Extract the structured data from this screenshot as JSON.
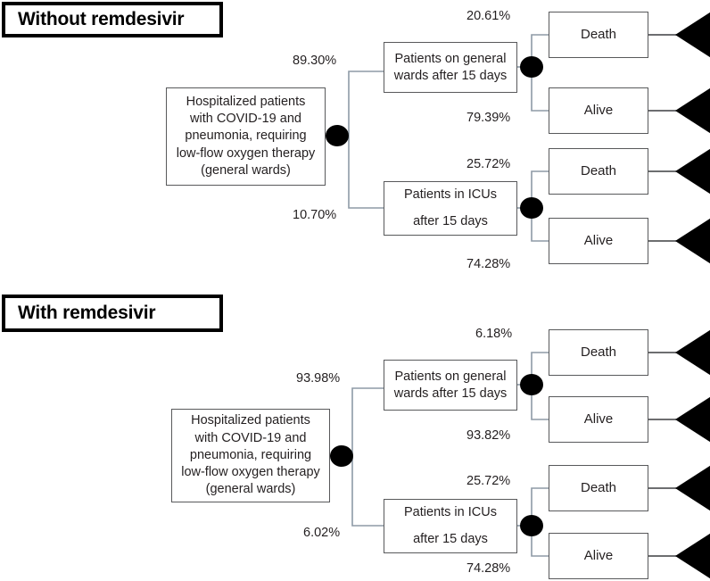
{
  "diagram": {
    "type": "decision-tree",
    "sections": [
      {
        "id": "without-remdesivir",
        "title": "Without remdesivir",
        "root": {
          "label": "Hospitalized patients\nwith COVID-19 and\npneumonia, requiring\nlow-flow oxygen therapy\n(general wards)",
          "lines": [
            "Hospitalized patients",
            "with COVID-19 and",
            "pneumonia, requiring",
            "low-flow oxygen therapy",
            "(general wards)"
          ]
        },
        "branches": [
          {
            "id": "general-wards",
            "probability": "89.30%",
            "lines": [
              "Patients on general",
              "wards after 15 days"
            ],
            "outcomes": [
              {
                "label": "Death",
                "probability": "20.61%"
              },
              {
                "label": "Alive",
                "probability": "79.39%"
              }
            ]
          },
          {
            "id": "icu",
            "probability": "10.70%",
            "lines": [
              "Patients in ICUs",
              "after 15 days"
            ],
            "outcomes": [
              {
                "label": "Death",
                "probability": "25.72%"
              },
              {
                "label": "Alive",
                "probability": "74.28%"
              }
            ]
          }
        ]
      },
      {
        "id": "with-remdesivir",
        "title": "With remdesivir",
        "root": {
          "label": "Hospitalized patients\nwith COVID-19 and\npneumonia, requiring\nlow-flow oxygen therapy\n(general wards)",
          "lines": [
            "Hospitalized patients",
            "with COVID-19 and",
            "pneumonia, requiring",
            "low-flow oxygen therapy",
            "(general wards)"
          ]
        },
        "branches": [
          {
            "id": "general-wards",
            "probability": "93.98%",
            "lines": [
              "Patients on general",
              "wards after 15 days"
            ],
            "outcomes": [
              {
                "label": "Death",
                "probability": "6.18%"
              },
              {
                "label": "Alive",
                "probability": "93.82%"
              }
            ]
          },
          {
            "id": "icu",
            "probability": "6.02%",
            "lines": [
              "Patients in ICUs",
              "after 15 days"
            ],
            "outcomes": [
              {
                "label": "Death",
                "probability": "25.72%"
              },
              {
                "label": "Alive",
                "probability": "74.28%"
              }
            ]
          }
        ]
      }
    ],
    "colors": {
      "box_border": "#58595b",
      "title_border": "#000000",
      "connector": "#8e9aa6",
      "node_fill": "#000000",
      "text": "#231f20",
      "background": "#ffffff"
    }
  }
}
